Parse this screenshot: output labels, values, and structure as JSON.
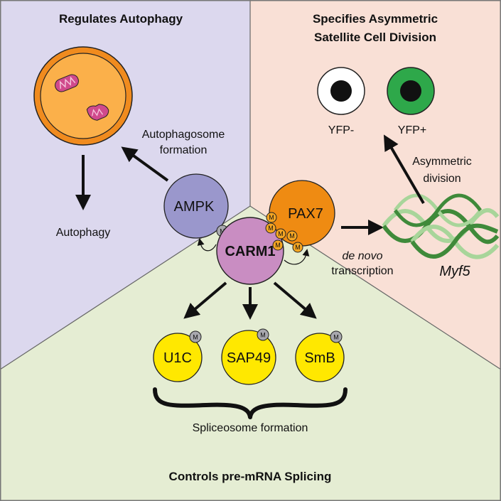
{
  "sections": {
    "autophagy_title": "Regulates Autophagy",
    "asym_title_line1": "Specifies Asymmetric",
    "asym_title_line2": "Satellite Cell Division",
    "splicing_title": "Controls pre-mRNA Splicing"
  },
  "labels": {
    "autophagosome_line1": "Autophagosome",
    "autophagosome_line2": "formation",
    "autophagy": "Autophagy",
    "yfp_neg": "YFP-",
    "yfp_pos": "YFP+",
    "asymmetric_line1": "Asymmetric",
    "asymmetric_line2": "division",
    "de_novo": "de novo",
    "transcription": "transcription",
    "myf5": "Myf5",
    "spliceosome": "Spliceosome formation",
    "methyl": "M"
  },
  "nodes": {
    "carm1": "CARM1",
    "ampk": "AMPK",
    "pax7": "PAX7",
    "u1c": "U1C",
    "sap49": "SAP49",
    "smb": "SmB"
  },
  "colors": {
    "purple_bg": "#dcd8ee",
    "pink_bg": "#f9e0d6",
    "green_bg": "#e5edd3",
    "carm1": "#c98dc2",
    "ampk": "#9a97cc",
    "pax7": "#ef8b12",
    "spliceosome_protein": "#ffe800",
    "methyl_badge": "#a8a8ae",
    "methyl_orange": "#f5a623",
    "autophagosome_outer": "#f08b1e",
    "autophagosome_inner": "#fbb04a",
    "mitochondria": "#d04a8c",
    "yfp_pos": "#2ea84a",
    "dna_dark": "#3f8a3a",
    "dna_light": "#a8d59a"
  }
}
